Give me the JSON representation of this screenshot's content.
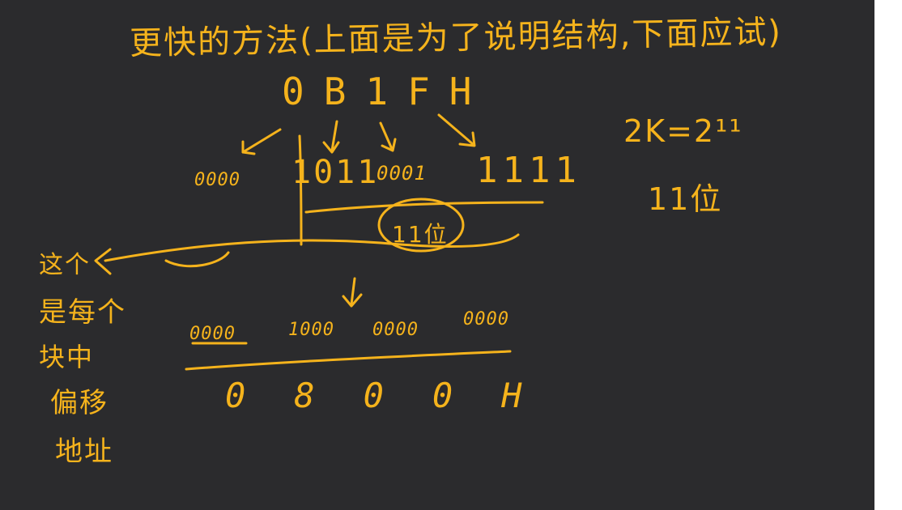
{
  "title": "更快的方法(上面是为了说明结构,下面应试)",
  "hex_top": "0B1FH",
  "binary_groups_top": [
    "0000",
    "1011",
    "0001",
    "1111"
  ],
  "bits_circle_label": "11位",
  "binary_groups_bottom": [
    "0000",
    "1000",
    "0000",
    "0000"
  ],
  "hex_bottom": "0800H",
  "side_note_lines": [
    "这个",
    "是每个",
    "块中",
    "偏移",
    "地址"
  ],
  "formula": "2K=2¹¹",
  "bits_label": "11位",
  "colors": {
    "board_background": "#2b2b2d",
    "ink": "#f5b31c"
  }
}
